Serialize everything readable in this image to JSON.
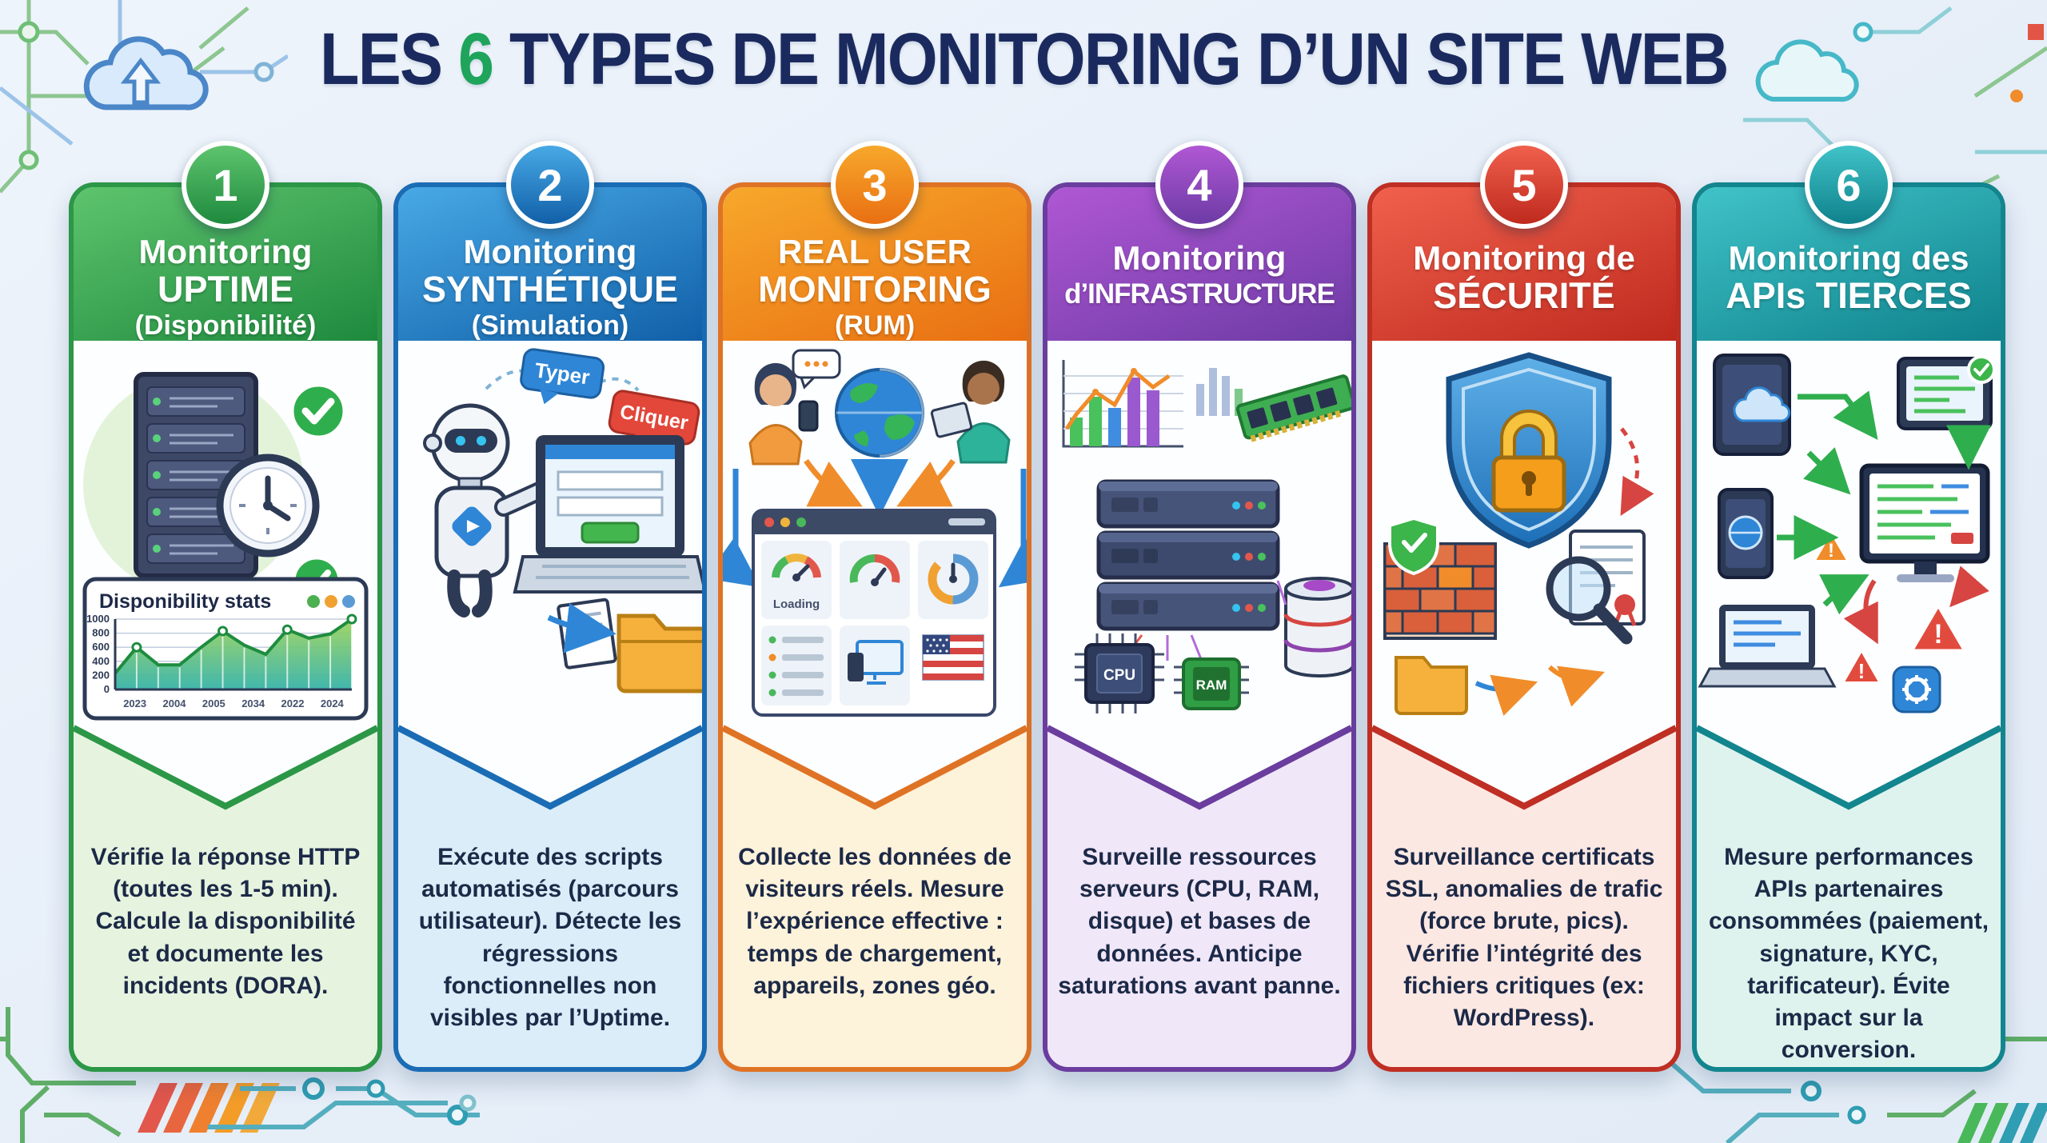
{
  "title": {
    "prefix": "LES ",
    "number": "6",
    "suffix": " TYPES DE MONITORING D’UN SITE WEB"
  },
  "columns": [
    {
      "number": "1",
      "title_line1": "Monitoring",
      "title_line2": "UPTIME",
      "subtitle": "(Disponibilité)",
      "description": "Vérifie la réponse HTTP (toutes les 1-5 min). Calcule la disponibilité et documente les incidents (DORA).",
      "colors": {
        "accent": "#2c9747",
        "top": "#5ec46d",
        "bottom": "#1e8a3e",
        "panel": "#e6f4df"
      }
    },
    {
      "number": "2",
      "title_line1": "Monitoring",
      "title_line2": "SYNTHÉTIQUE",
      "subtitle": "(Simulation)",
      "description": "Exécute des scripts automatisés (parcours utilisateur). Détecte les régressions fonctionnelles non visibles par l’Uptime.",
      "colors": {
        "accent": "#1a6cb4",
        "top": "#48a9e6",
        "bottom": "#1160a8",
        "panel": "#daedf9"
      }
    },
    {
      "number": "3",
      "title_line1": "REAL USER",
      "title_line2": "MONITORING",
      "subtitle": "(RUM)",
      "description": "Collecte les données de visiteurs réels. Mesure l’expérience effective : temps de chargement, appareils, zones géo.",
      "colors": {
        "accent": "#df7325",
        "top": "#f7a82b",
        "bottom": "#e96f12",
        "panel": "#fdf2da"
      }
    },
    {
      "number": "4",
      "title_line1": "Monitoring",
      "title_line2": "d’INFRASTRUCTURE",
      "subtitle": "",
      "description": "Surveille ressources serveurs (CPU, RAM, disque) et bases de données. Anticipe saturations avant panne.",
      "colors": {
        "accent": "#6a3d9e",
        "top": "#b057d4",
        "bottom": "#6d3ba5",
        "panel": "#f0e7f8"
      }
    },
    {
      "number": "5",
      "title_line1": "Monitoring de",
      "title_line2": "SÉCURITÉ",
      "subtitle": "",
      "description": "Surveillance certificats SSL, anomalies de trafic (force brute, pics). Vérifie l’intégrité des fichiers critiques (ex: WordPress).",
      "colors": {
        "accent": "#bf2f23",
        "top": "#f0604c",
        "bottom": "#bf2a1e",
        "panel": "#fce8e3"
      }
    },
    {
      "number": "6",
      "title_line1": "Monitoring des",
      "title_line2": "APIs TIERCES",
      "subtitle": "",
      "description": "Mesure performances APIs partenaires consommées (paiement, signature, KYC, tarificateur). Évite impact sur la conversion.",
      "colors": {
        "accent": "#12858e",
        "top": "#40c3c8",
        "bottom": "#0f828c",
        "panel": "#dff3ee"
      }
    }
  ],
  "chart_data": {
    "type": "area",
    "title": "Disponibility stats",
    "categories": [
      "2023",
      "2004",
      "2005",
      "2034",
      "2022",
      "2024"
    ],
    "values": [
      230,
      600,
      350,
      350,
      600,
      830,
      630,
      500,
      850,
      730,
      790,
      1000
    ],
    "yticks": [
      0,
      200,
      400,
      600,
      800,
      1000
    ],
    "ylim": [
      0,
      1000
    ],
    "xlabel": "",
    "ylabel": "",
    "grid": true,
    "legend_dots": [
      "#4caf50",
      "#f0a132",
      "#5b9bd5"
    ],
    "line_color": "#1e8c3f",
    "area_gradient": [
      "#9ed45f",
      "#37b3a8"
    ]
  },
  "illustrations": {
    "synthetic": {
      "bubble1": "Typer",
      "bubble2": "Cliquer"
    },
    "rum": {
      "gauge_label": "Loading"
    },
    "infrastructure": {
      "chip1": "CPU",
      "chip2": "RAM"
    }
  }
}
